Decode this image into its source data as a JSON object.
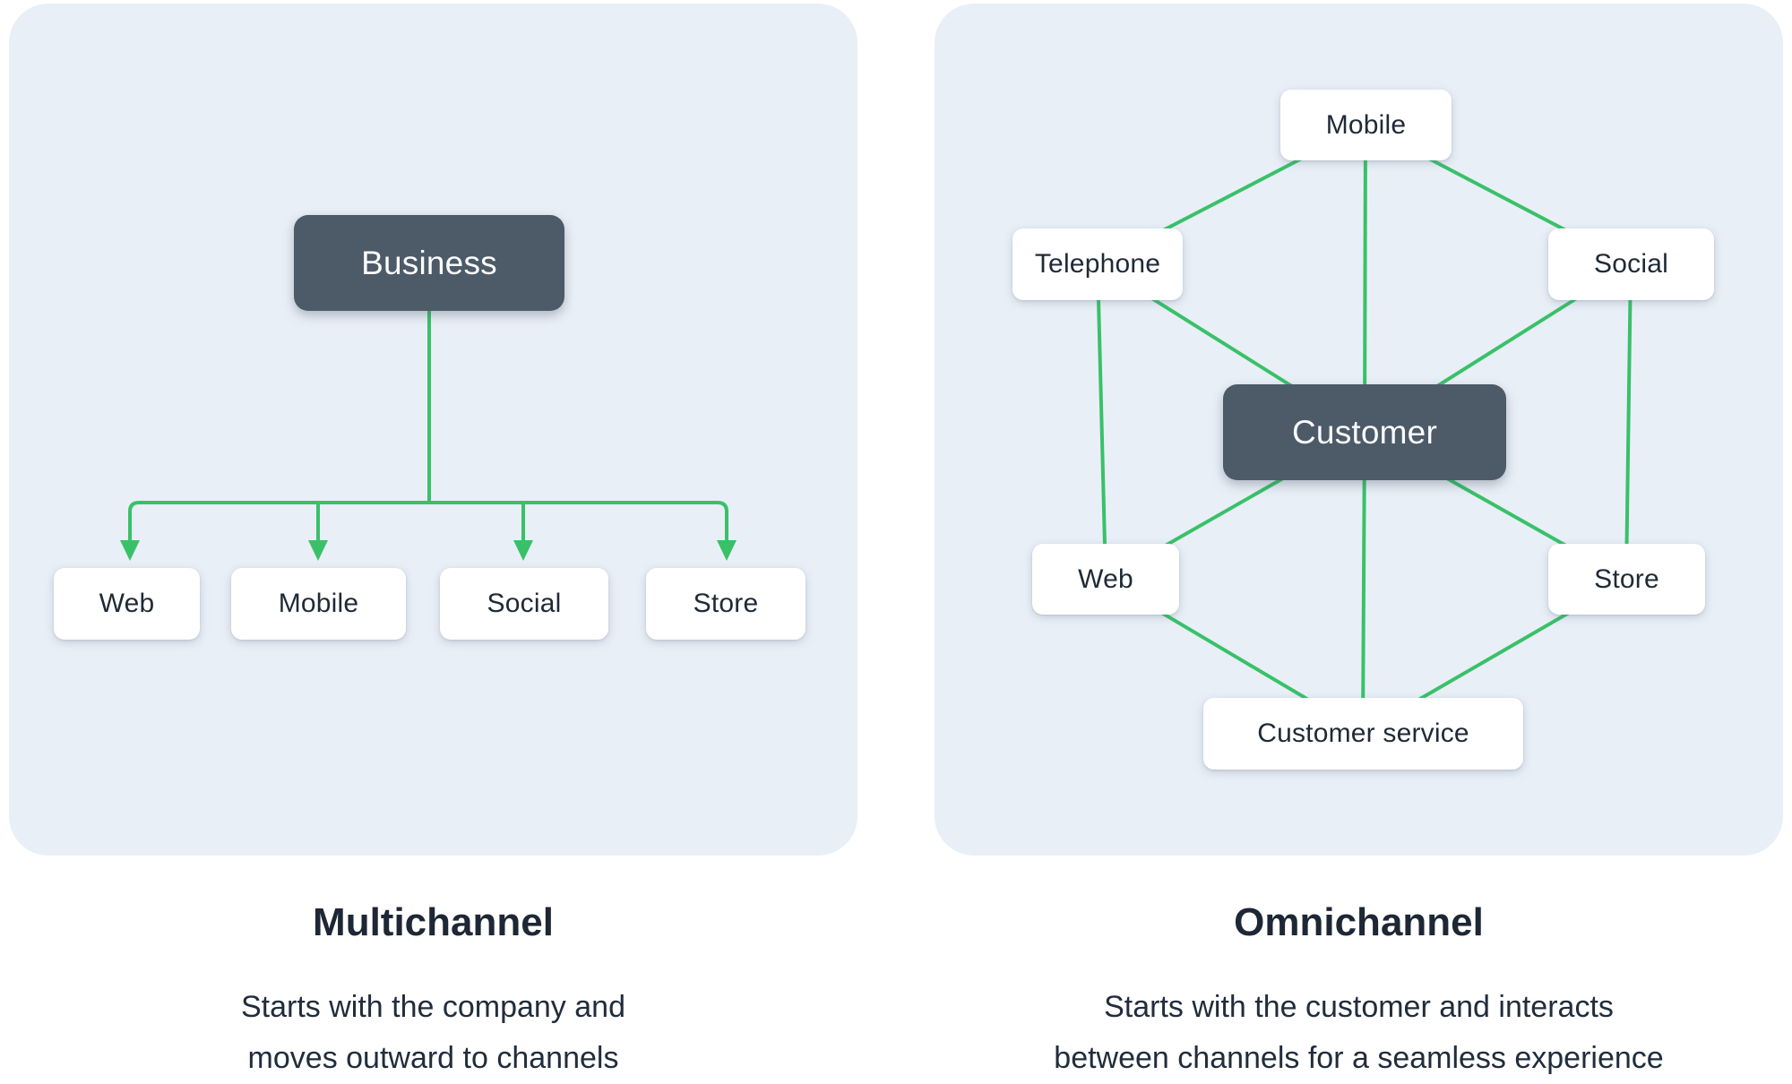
{
  "multichannel": {
    "title": "Multichannel",
    "description_lines": [
      "Starts with the company and",
      "moves outward to channels"
    ],
    "root_label": "Business",
    "channel_labels": {
      "web": "Web",
      "mobile": "Mobile",
      "social": "Social",
      "store": "Store"
    },
    "edges": [
      [
        "Business",
        "Web"
      ],
      [
        "Business",
        "Mobile"
      ],
      [
        "Business",
        "Social"
      ],
      [
        "Business",
        "Store"
      ]
    ],
    "edge_style": "arrows-downward"
  },
  "omnichannel": {
    "title": "Omnichannel",
    "description_lines": [
      "Starts with the customer and interacts",
      "between channels for a seamless experience"
    ],
    "center_label": "Customer",
    "node_labels": {
      "mobile": "Mobile",
      "telephone": "Telephone",
      "social": "Social",
      "web": "Web",
      "store": "Store",
      "customer_service": "Customer service"
    },
    "edges": [
      [
        "Mobile",
        "Telephone"
      ],
      [
        "Mobile",
        "Customer"
      ],
      [
        "Mobile",
        "Social"
      ],
      [
        "Telephone",
        "Customer"
      ],
      [
        "Telephone",
        "Web"
      ],
      [
        "Social",
        "Customer"
      ],
      [
        "Social",
        "Store"
      ],
      [
        "Customer",
        "Web"
      ],
      [
        "Customer",
        "Customer service"
      ],
      [
        "Customer",
        "Store"
      ],
      [
        "Web",
        "Customer service"
      ],
      [
        "Store",
        "Customer service"
      ]
    ],
    "edge_style": "plain-lines"
  },
  "colors": {
    "page_background": "#ffffff",
    "panel_background": "#e9eff7",
    "accent_green": "#39c169",
    "dark_node_background": "#4d5a68",
    "dark_node_text": "#fbfcfd",
    "node_text": "#1f2a37",
    "title_text": "#1d2735"
  }
}
